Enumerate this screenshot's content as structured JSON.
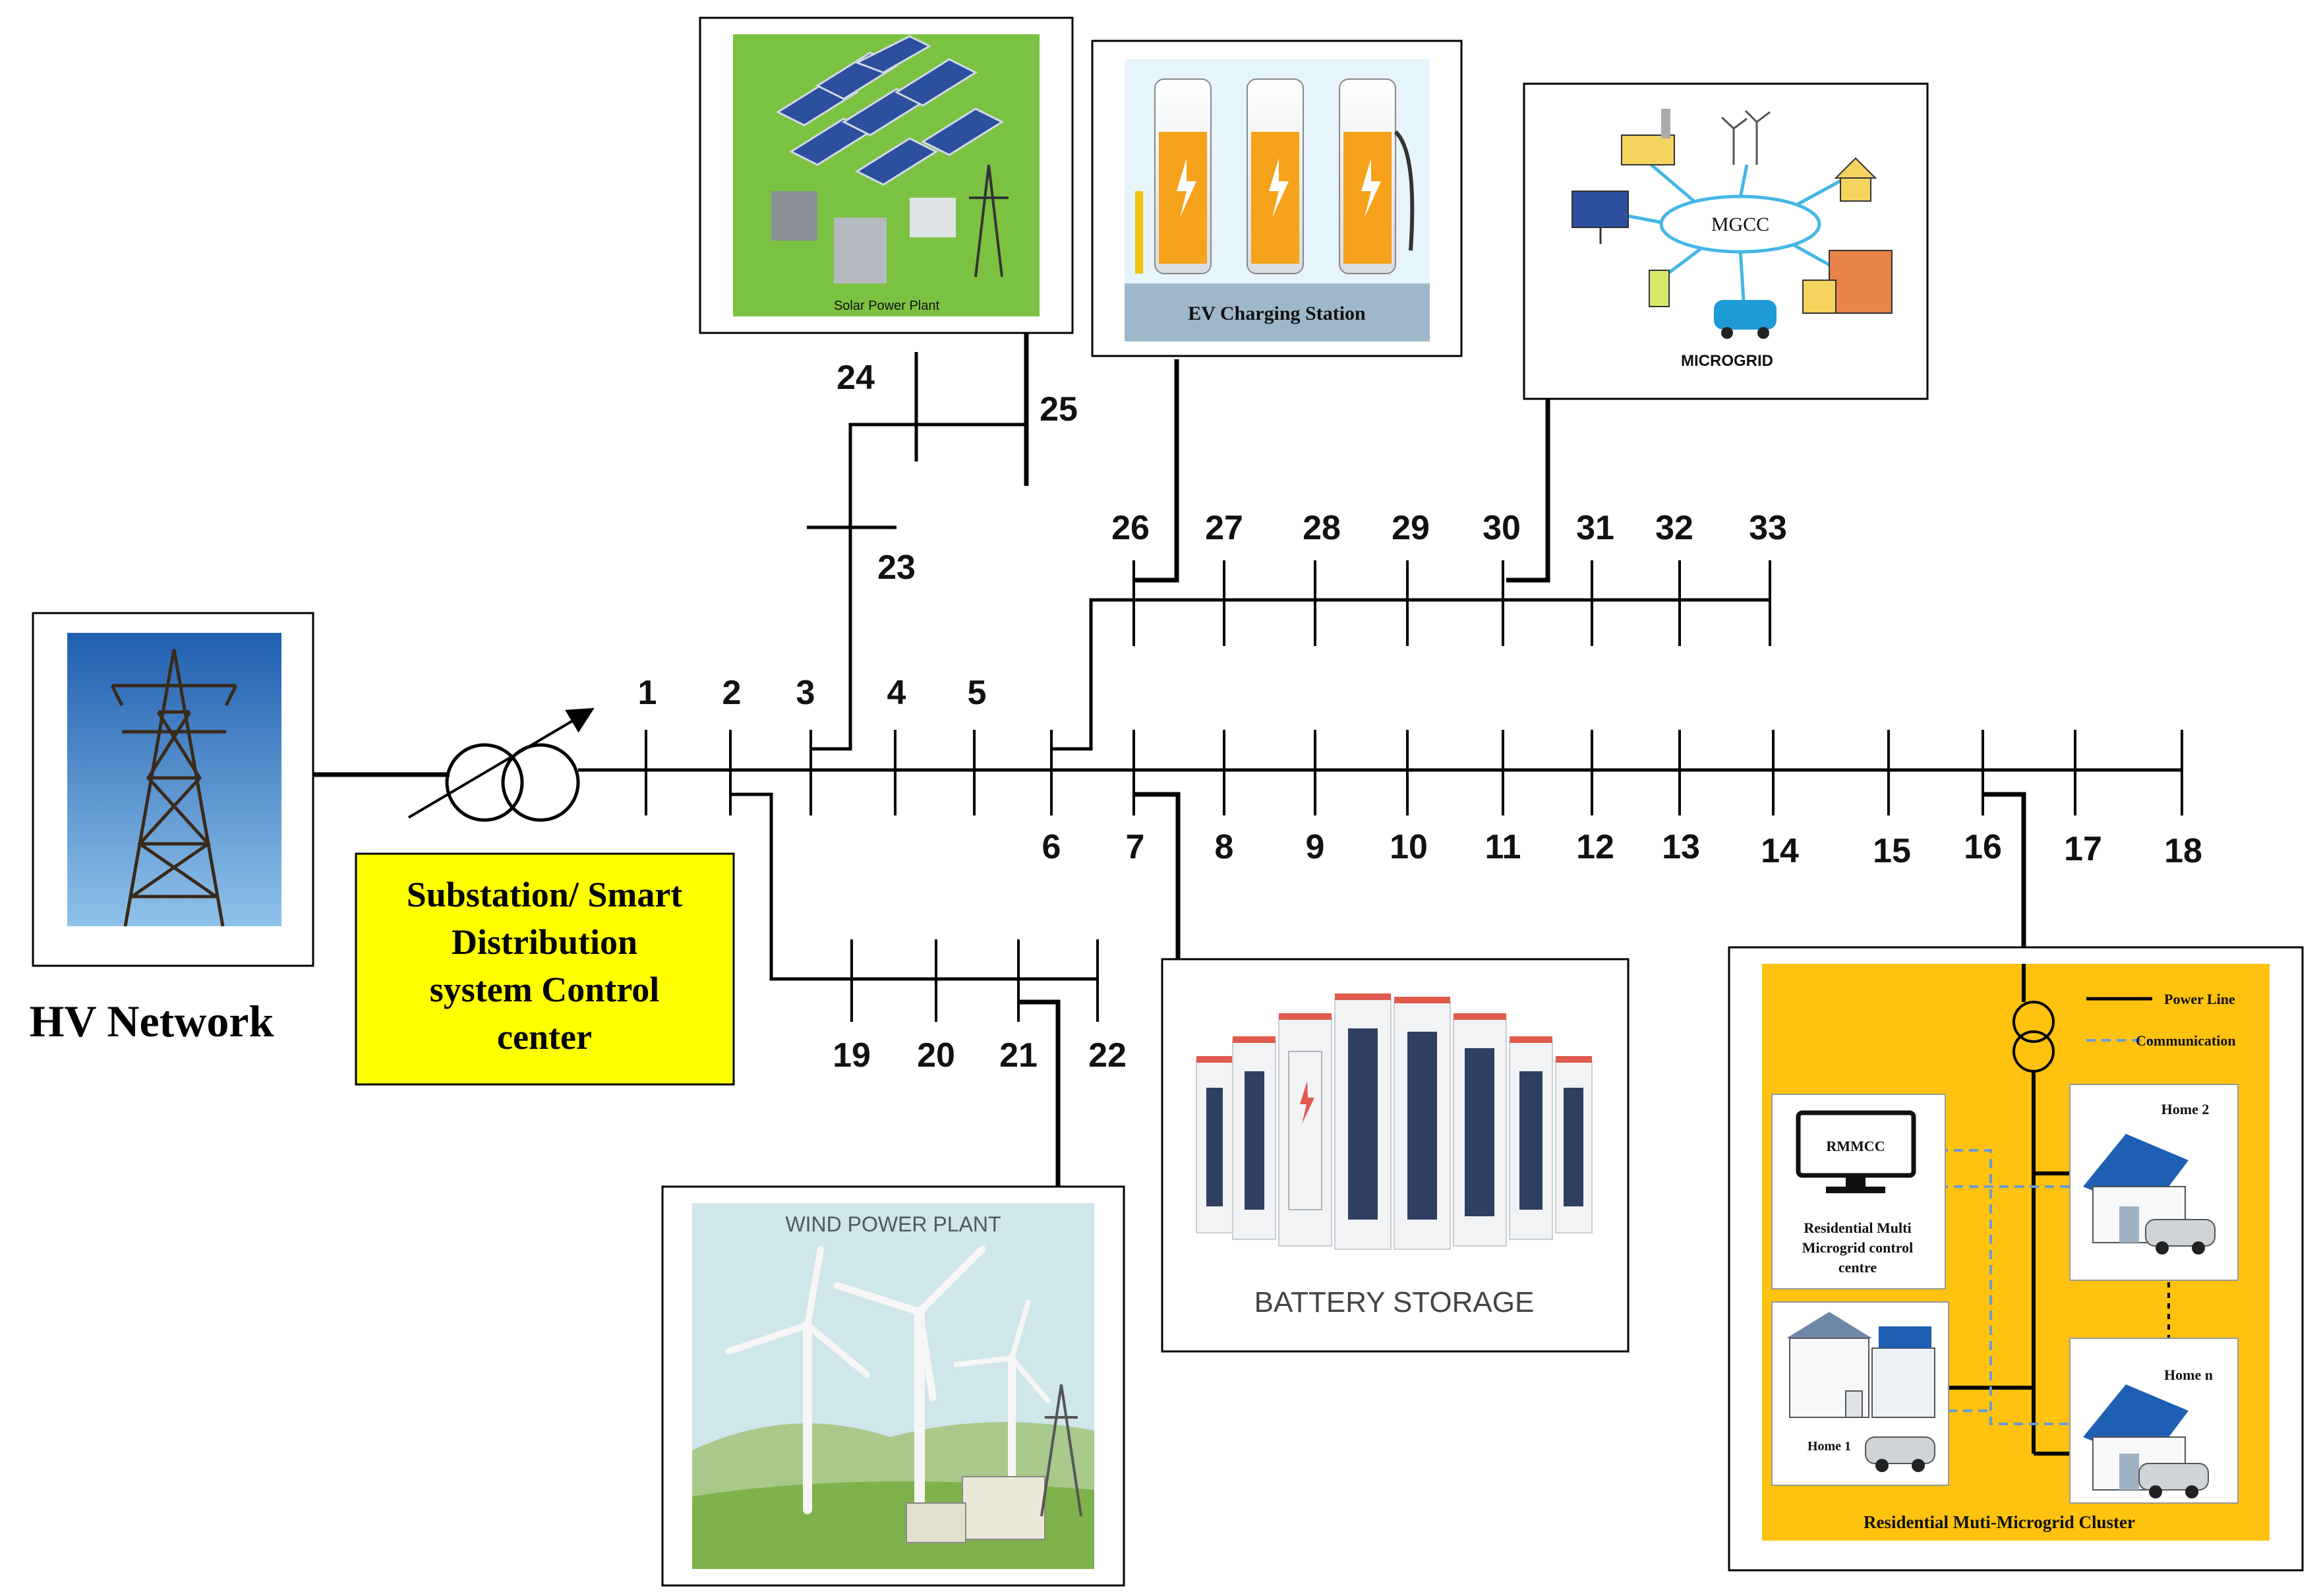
{
  "network": {
    "hv_label": "HV Network",
    "control_center_label": [
      "Substation/ Smart",
      "Distribution",
      "system Control",
      "center"
    ]
  },
  "buses": {
    "main": [
      "1",
      "2",
      "3",
      "4",
      "5",
      "6",
      "7",
      "8",
      "9",
      "10",
      "11",
      "12",
      "13",
      "14",
      "15",
      "16",
      "17",
      "18"
    ],
    "lateral_19_22": [
      "19",
      "20",
      "21",
      "22"
    ],
    "lateral_23_25": [
      "23",
      "24",
      "25"
    ],
    "lateral_26_33": [
      "26",
      "27",
      "28",
      "29",
      "30",
      "31",
      "32",
      "33"
    ]
  },
  "panels": {
    "solar": {
      "caption": "Solar Power Plant"
    },
    "ev": {
      "caption": "EV Charging Station"
    },
    "microgrid": {
      "center_label": "MGCC",
      "caption": "MICROGRID"
    },
    "wind": {
      "caption": "WIND POWER PLANT"
    },
    "battery": {
      "caption": "BATTERY STORAGE"
    },
    "cluster": {
      "legend_power": "Power Line",
      "legend_comm": "Communication",
      "rmmcc": "RMMCC",
      "rmmcc_desc": [
        "Residential Multi",
        "Microgrid control",
        "centre"
      ],
      "home2": "Home 2",
      "home1": "Home 1",
      "homen": "Home n",
      "caption": "Residential Muti-Microgrid Cluster"
    }
  },
  "colors": {
    "control_center_fill": "#ffff00",
    "cluster_fill": "#ffc20e",
    "solar_bg": "#7cc242",
    "ev_bg": "#e6f4fb",
    "wind_sky": "#cfe6ea",
    "comm_line": "#6a9bd6"
  }
}
